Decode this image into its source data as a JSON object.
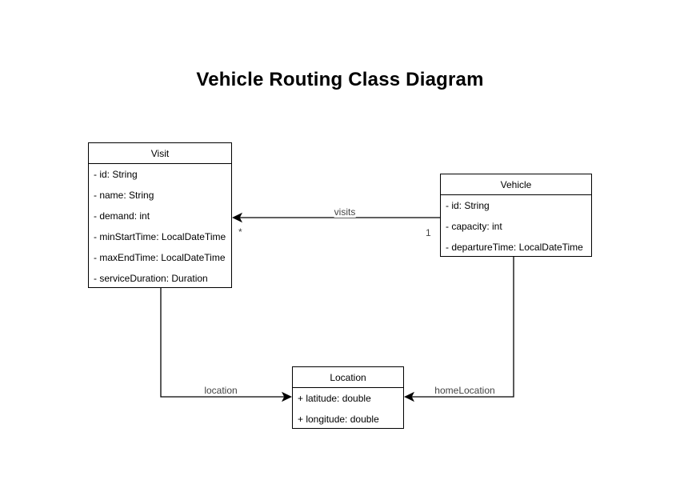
{
  "diagram": {
    "title": "Vehicle Routing Class Diagram"
  },
  "classes": {
    "visit": {
      "name": "Visit",
      "attributes": [
        "- id: String",
        "- name: String",
        "- demand: int",
        "- minStartTime: LocalDateTime",
        "- maxEndTime: LocalDateTime",
        "- serviceDuration: Duration"
      ]
    },
    "vehicle": {
      "name": "Vehicle",
      "attributes": [
        "- id: String",
        "- capacity: int",
        "- departureTime: LocalDateTime"
      ]
    },
    "location": {
      "name": "Location",
      "attributes": [
        "+ latitude: double",
        "+ longitude: double"
      ]
    }
  },
  "edges": {
    "visits": {
      "label": "visits",
      "multiplicity_target": "*",
      "multiplicity_source": "1"
    },
    "location": {
      "label": "location"
    },
    "home_location": {
      "label": "homeLocation"
    }
  },
  "colors": {
    "background": "#ffffff",
    "box_fill": "#ffffff",
    "box_border": "#000000",
    "edge_line": "#000000",
    "box_text": "#000000",
    "edge_label_text": "#444444"
  }
}
